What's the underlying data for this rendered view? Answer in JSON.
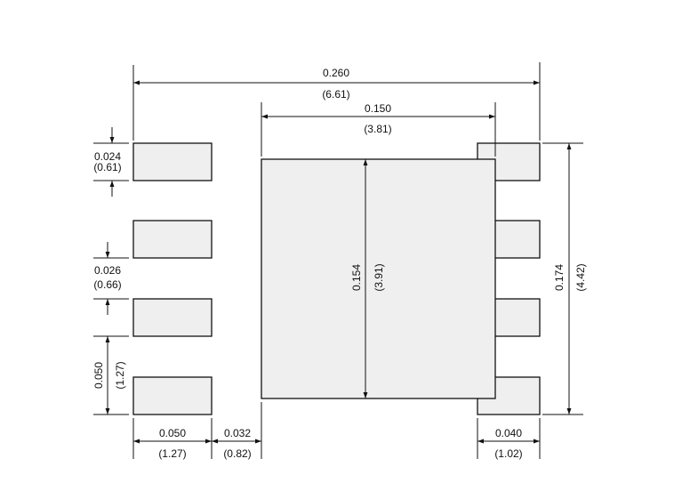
{
  "dimensions": {
    "overall_width": {
      "inch": "0.260",
      "mm": "(6.61)"
    },
    "pad_center_width": {
      "inch": "0.150",
      "mm": "(3.81)"
    },
    "pad_height": {
      "inch": "0.024",
      "mm": "(0.61)"
    },
    "pad_gap": {
      "inch": "0.026",
      "mm": "(0.66)"
    },
    "pitch": {
      "inch": "0.050",
      "mm": "(1.27)"
    },
    "center_pad_height": {
      "inch": "0.154",
      "mm": "(3.91)"
    },
    "overall_height": {
      "inch": "0.174",
      "mm": "(4.42)"
    },
    "pad_length": {
      "inch": "0.050",
      "mm": "(1.27)"
    },
    "pad_to_center_gap": {
      "inch": "0.032",
      "mm": "(0.82)"
    },
    "right_pad_length": {
      "inch": "0.040",
      "mm": "(1.02)"
    }
  },
  "colors": {
    "pad_fill": "#efefef",
    "line": "#111111"
  }
}
